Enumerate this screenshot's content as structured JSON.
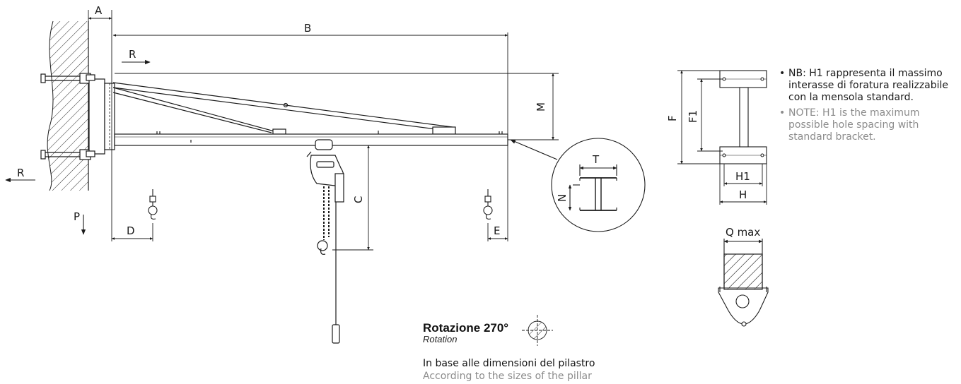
{
  "dimensions": {
    "A": "A",
    "B": "B",
    "M": "M",
    "C": "C",
    "D": "D",
    "E": "E",
    "T": "T",
    "N": "N",
    "F": "F",
    "F1": "F1",
    "H1": "H1",
    "H": "H",
    "Q": "Q max"
  },
  "forces": {
    "R_top": "R",
    "R_left": "R",
    "P": "P"
  },
  "notes": {
    "it": "NB: H1 rappresenta il massimo interasse di foratura realizzabile con la mensola standard.",
    "en": "NOTE: H1 is the maximum possible hole spacing with standard bracket."
  },
  "rotation": {
    "title": "Rotazione 270°",
    "subtitle": "Rotation"
  },
  "pillar": {
    "it": "In base alle dimensioni del pilastro",
    "en": "According to the sizes of the pillar"
  },
  "colors": {
    "line": "#1a1a1a",
    "note_en": "#8c8c8c"
  }
}
